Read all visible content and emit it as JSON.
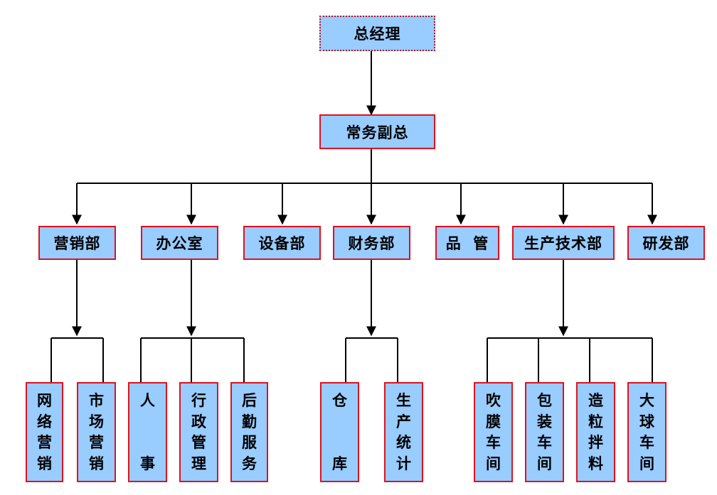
{
  "top": "总经理",
  "vp": "常务副总",
  "departments": [
    "营销部",
    "办公室",
    "设备部",
    "财务部",
    "品  管",
    "生产技术部",
    "研发部"
  ],
  "units": {
    "marketing": [
      [
        "网",
        "络",
        "营",
        "销"
      ],
      [
        "市",
        "场",
        "营",
        "销"
      ]
    ],
    "office": [
      [
        "人",
        "事"
      ],
      [
        "行",
        "政",
        "管",
        "理"
      ],
      [
        "后",
        "勤",
        "服",
        "务"
      ]
    ],
    "finance": [
      [
        "仓",
        "库"
      ],
      [
        "生",
        "产",
        "统",
        "计"
      ]
    ],
    "production": [
      [
        "吹",
        "膜",
        "车",
        "间"
      ],
      [
        "包",
        "装",
        "车",
        "间"
      ],
      [
        "造",
        "粒",
        "拌",
        "料"
      ],
      [
        "大",
        "球",
        "车",
        "间"
      ]
    ]
  },
  "colors": {
    "box_fill": "#99ccff",
    "box_border": "#e0111f",
    "line": "#000000"
  }
}
